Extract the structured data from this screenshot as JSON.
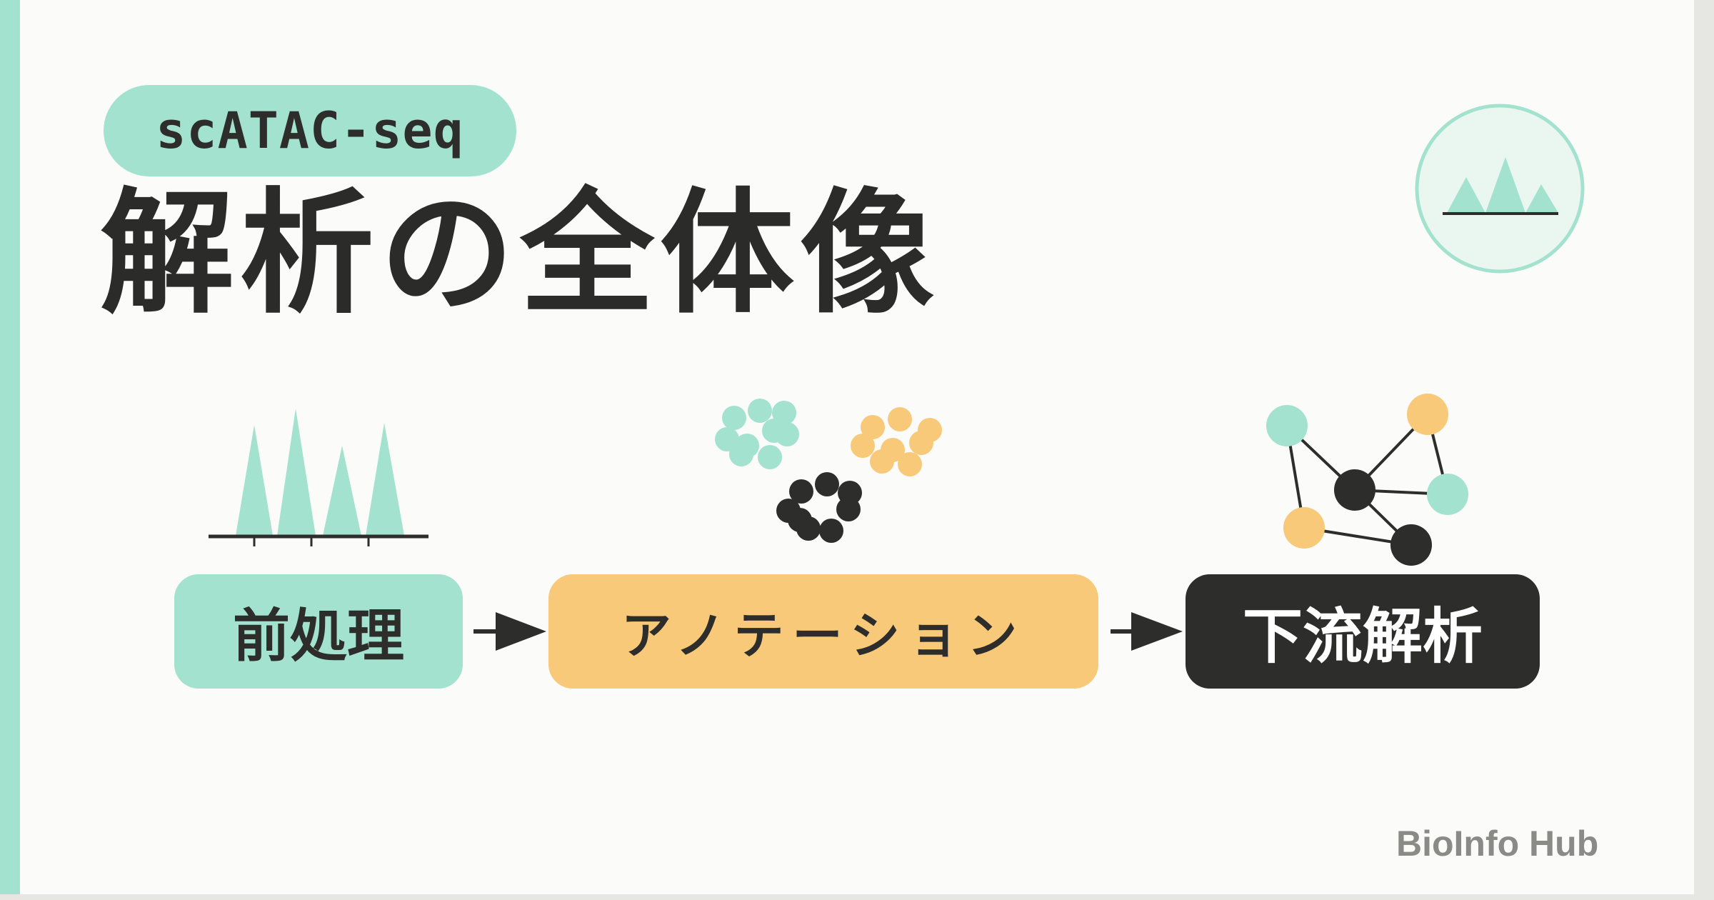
{
  "tag": {
    "label": "scATAC-seq"
  },
  "title": "解析の全体像",
  "steps": [
    {
      "label": "前処理"
    },
    {
      "label": "アノテーション"
    },
    {
      "label": "下流解析"
    }
  ],
  "brand": "BioInfo Hub",
  "icons": {
    "badge": "peak-badge-icon",
    "preprocess": "peak-track-icon",
    "annotation": "cell-cluster-icon",
    "downstream": "network-graph-icon",
    "arrow": "arrow-right-icon"
  },
  "colors": {
    "mint": "#a3e2cf",
    "orange": "#f8c978",
    "dark": "#2d2d2b",
    "background": "#fbfbf9",
    "brand_text": "#8a8a86"
  }
}
